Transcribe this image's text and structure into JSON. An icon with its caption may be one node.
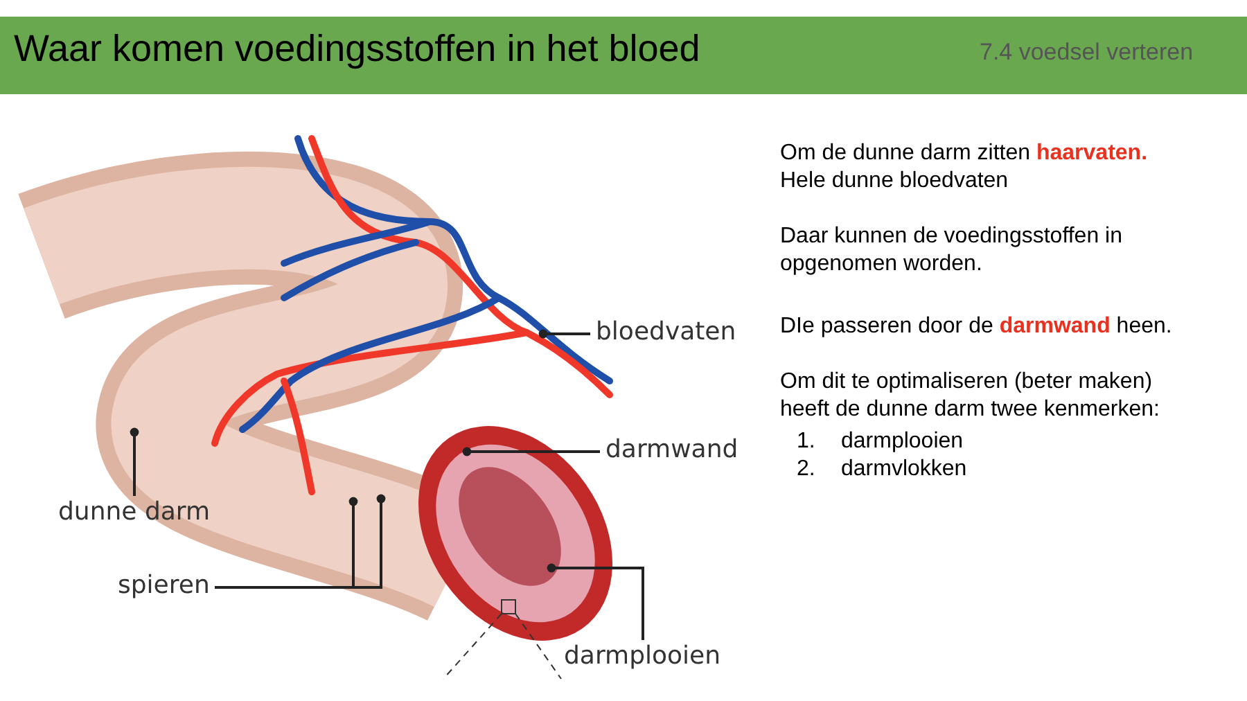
{
  "diagram": {
    "title": "Waar komen voedingsstoffen in het bloed",
    "nodes": [
      {
        "text": [
          "bloedvaten"
        ]
      },
      {
        "text": [
          "darmwand"
        ]
      },
      {
        "text": [
          "dunne darm"
        ]
      },
      {
        "text": [
          "spieren"
        ]
      },
      {
        "text": [
          "darmplooien"
        ]
      }
    ],
    "edges": [
      {
        "from": 0,
        "to": null,
        "arrow": "other"
      },
      {
        "from": 1,
        "to": null,
        "arrow": "other"
      },
      {
        "from": 2,
        "to": null,
        "arrow": "other"
      },
      {
        "from": 3,
        "to": null,
        "arrow": "other"
      },
      {
        "from": 3,
        "to": null,
        "arrow": "other"
      },
      {
        "from": 4,
        "to": null,
        "arrow": "other"
      }
    ],
    "labels": [
      "7.4 voedsel verteren",
      "Om de dunne darm zitten **haarvaten.**",
      "Hele dunne bloedvaten",
      "Daar kunnen de voedingsstoffen in opgenomen worden.",
      "DIe passeren door de **darmwand** heen.",
      "Om dit te optimaliseren (beter maken) heeft de dunne darm twee kenmerken:",
      "1.",
      "darmplooien",
      "2.",
      "darmvlokken"
    ]
  }
}
